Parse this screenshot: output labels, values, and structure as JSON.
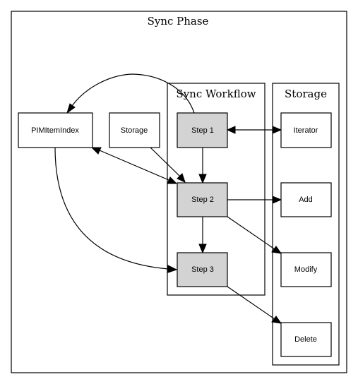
{
  "diagram": {
    "outer_cluster": {
      "label": "Sync Phase"
    },
    "workflow_cluster": {
      "label": "Sync Workflow"
    },
    "storage_cluster": {
      "label": "Storage"
    },
    "nodes": {
      "pimitemindex": {
        "label": "PIMItemIndex"
      },
      "storage": {
        "label": "Storage"
      },
      "step1": {
        "label": "Step 1"
      },
      "step2": {
        "label": "Step 2"
      },
      "step3": {
        "label": "Step 3"
      },
      "iterator": {
        "label": "Iterator"
      },
      "add": {
        "label": "Add"
      },
      "modify": {
        "label": "Modify"
      },
      "delete": {
        "label": "Delete"
      }
    },
    "edges": [
      {
        "from": "Step 1",
        "to": "PIMItemIndex"
      },
      {
        "from": "Step 1",
        "to": "Iterator",
        "bidirectional": true
      },
      {
        "from": "Step 1",
        "to": "Step 2"
      },
      {
        "from": "Storage",
        "to": "Step 2"
      },
      {
        "from": "PIMItemIndex",
        "to": "Step 2",
        "bidirectional": true
      },
      {
        "from": "PIMItemIndex",
        "to": "Step 3"
      },
      {
        "from": "Step 2",
        "to": "Add"
      },
      {
        "from": "Step 2",
        "to": "Modify"
      },
      {
        "from": "Step 2",
        "to": "Step 3"
      },
      {
        "from": "Step 3",
        "to": "Delete"
      }
    ],
    "colors": {
      "step_fill": "#d3d3d3",
      "node_fill": "#ffffff",
      "stroke": "#000000"
    }
  }
}
